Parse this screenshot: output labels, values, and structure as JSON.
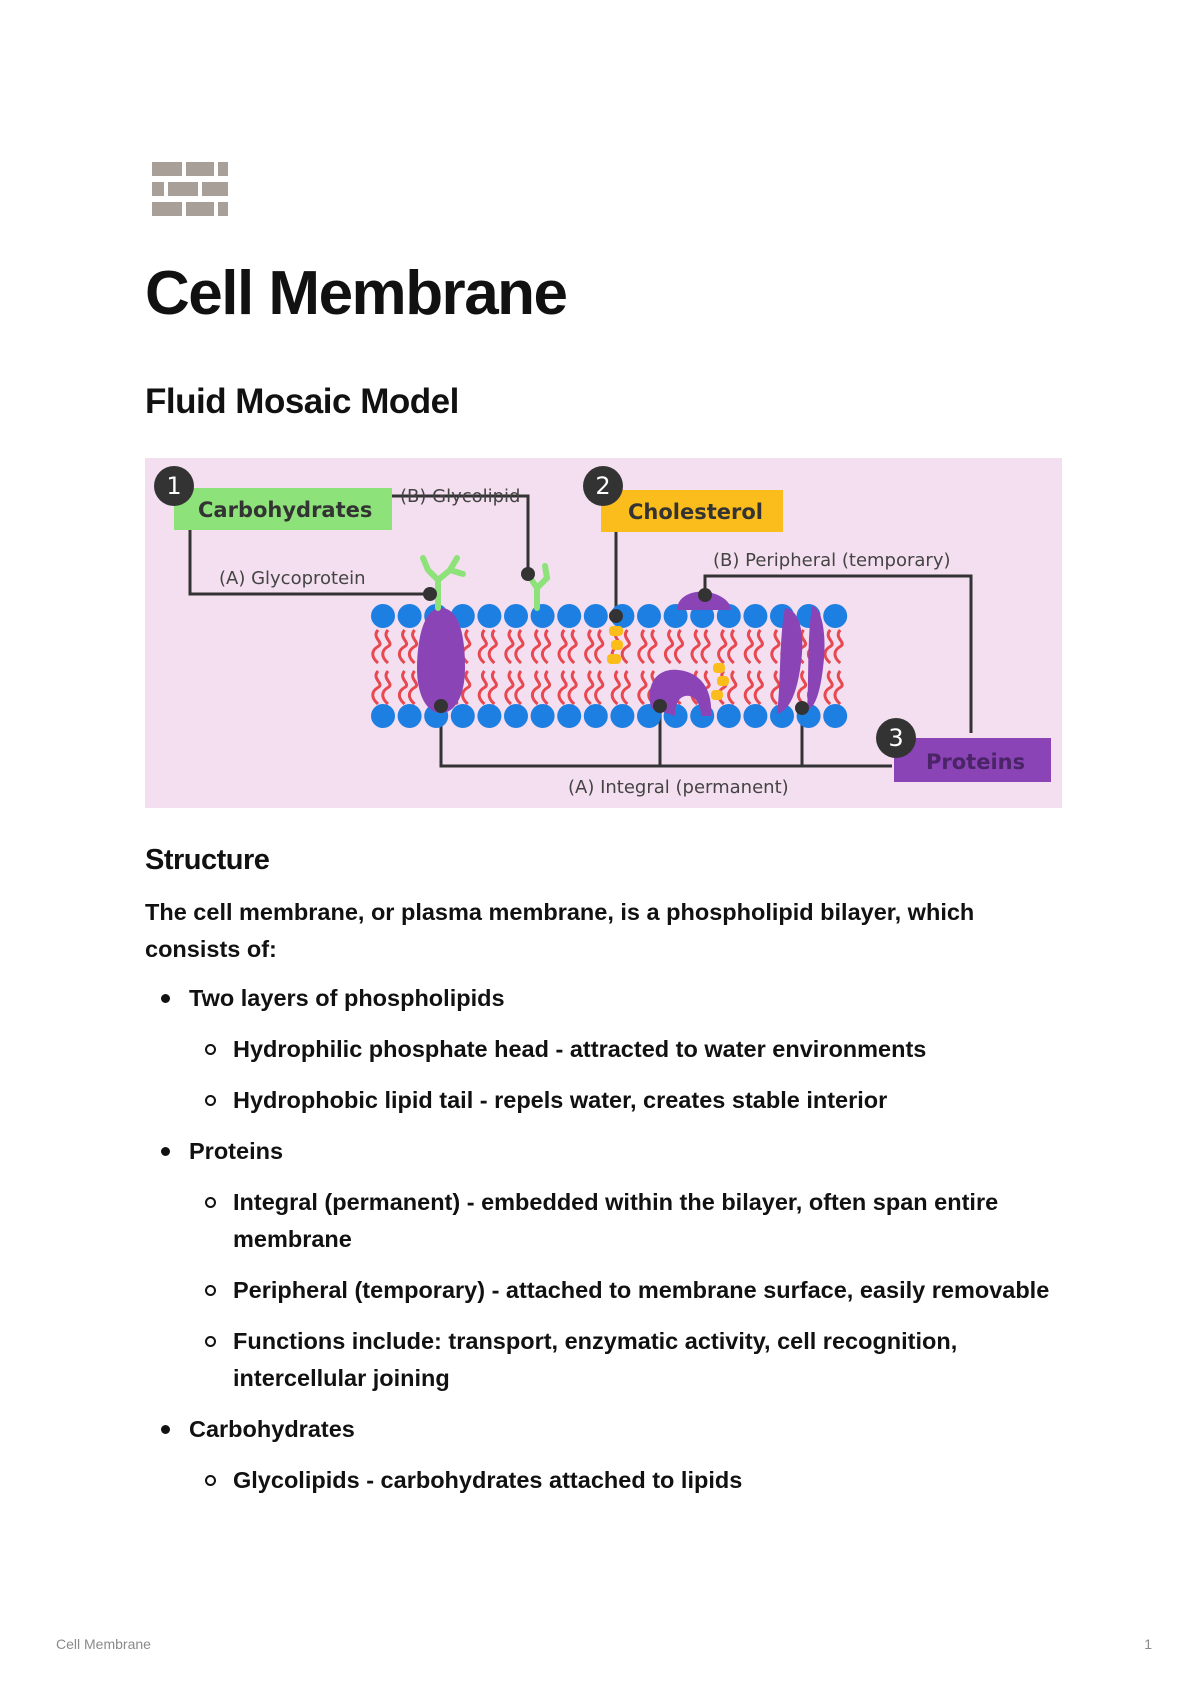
{
  "page": {
    "icon": "brick-wall-icon",
    "title": "Cell Membrane",
    "subtitle": "Fluid Mosaic Model"
  },
  "figure": {
    "background": "#f4dff0",
    "colors": {
      "carbohydrates": "#8ee27a",
      "cholesterol": "#fbbd1b",
      "proteins": "#8a44b6",
      "phosphate_head": "#1e7fe3",
      "lipid_tail": "#e8484f",
      "marker": "#333333"
    },
    "labels": {
      "carbohydrates": {
        "number": "1",
        "title": "Carbohydrates",
        "a": "(A) Glycoprotein",
        "b": "(B) Glycolipid"
      },
      "cholesterol": {
        "number": "2",
        "title": "Cholesterol"
      },
      "proteins": {
        "number": "3",
        "title": "Proteins",
        "a": "(A) Integral (permanent)",
        "b": "(B) Peripheral (temporary)"
      }
    }
  },
  "structure": {
    "heading": "Structure",
    "intro": "The cell membrane, or plasma membrane, is a phospholipid bilayer, which consists of:",
    "items": [
      {
        "text": "Two layers of phospholipids",
        "sub": [
          "Hydrophilic phosphate head - attracted to water environments",
          "Hydrophobic lipid tail - repels water, creates stable interior"
        ]
      },
      {
        "text": "Proteins",
        "sub": [
          "Integral (permanent) - embedded within the bilayer, often span entire membrane",
          "Peripheral (temporary) - attached to membrane surface, easily removable",
          "Functions include: transport, enzymatic activity, cell recognition, intercellular joining"
        ]
      },
      {
        "text": "Carbohydrates",
        "sub": [
          "Glycolipids - carbohydrates attached to lipids"
        ]
      }
    ]
  },
  "footer": {
    "doc_title": "Cell Membrane",
    "page_number": "1"
  }
}
